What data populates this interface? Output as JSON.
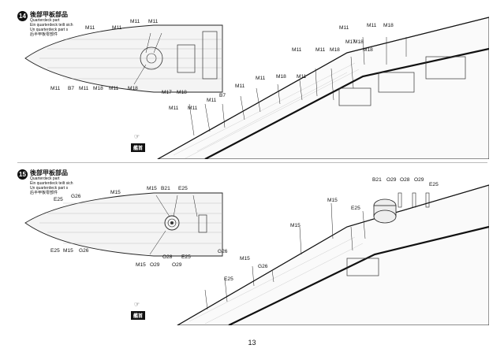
{
  "page_number": "13",
  "steps": [
    {
      "number": "14",
      "title": "後部甲板部品",
      "subtitles": [
        "Quarterdeck part",
        "Ein quarterdeck teilt sich",
        "Un quarterdeck part s",
        "后半甲板零部件"
      ],
      "bow_label": "艦首",
      "hand_icon": "☞",
      "callouts": [
        "M11",
        "M11",
        "M11",
        "M11",
        "M11",
        "B7",
        "M11",
        "M18",
        "M11",
        "M18",
        "M17",
        "M18",
        "M11",
        "B7",
        "M11",
        "M11",
        "M11",
        "M11",
        "M18",
        "M11",
        "M11",
        "M11",
        "M11",
        "M18",
        "M18",
        "M11",
        "M18",
        "M17",
        "M18"
      ]
    },
    {
      "number": "15",
      "title": "後部甲板部品",
      "subtitles": [
        "Quarterdeck part",
        "Ein quarterdeck teilt sich",
        "Un quarterdeck part s",
        "后半甲板零部件"
      ],
      "bow_label": "艦首",
      "hand_icon": "☞",
      "callouts": [
        "E25",
        "G26",
        "M15",
        "M15",
        "B21",
        "E25",
        "E25",
        "M15",
        "G26",
        "M15",
        "O29",
        "O28",
        "O29",
        "E25",
        "G26",
        "E25",
        "M15",
        "G26",
        "M15",
        "M15",
        "E25",
        "B21",
        "O29",
        "O28",
        "O29",
        "E25"
      ]
    }
  ]
}
